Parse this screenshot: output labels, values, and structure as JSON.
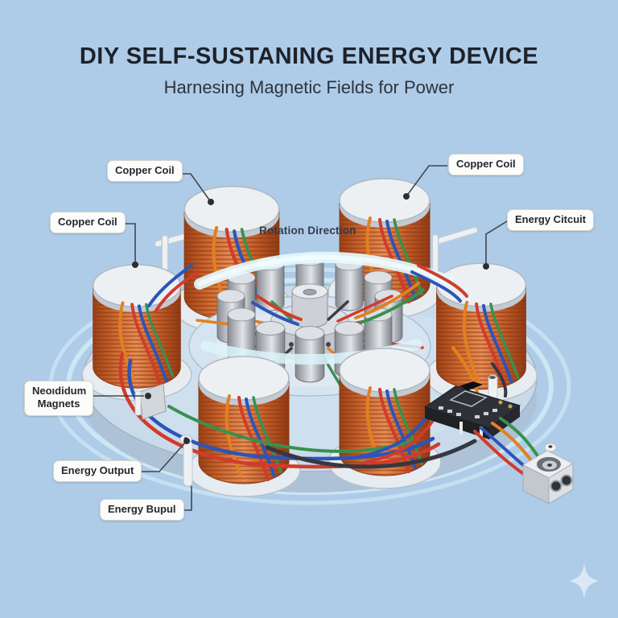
{
  "header": {
    "title": "DIY SELF-SUSTANING ENERGY DEVICE",
    "subtitle": "Harnesing Magnetic Fields for Power"
  },
  "labels": {
    "copper_coil_top_left": "Copper Coil",
    "copper_coil_top_right": "Copper Coil",
    "copper_coil_left": "Copper Coil",
    "energy_circuit": "Energy Citcuit",
    "rotation_direction": "Rotation Direction",
    "neodymium_magnets": "Neoıdidum Magnets",
    "energy_output": "Energy Output",
    "energy_output_lower": "Energy Bupul"
  },
  "icons": {
    "sparkle_icon": "✦"
  },
  "colors": {
    "background": "#aecce8",
    "copper": "#c2592a",
    "wire_red": "#d23b2c",
    "wire_blue": "#2d54b8",
    "wire_green": "#37914f",
    "wire_orange": "#e2801f",
    "cable_dark": "#35383f",
    "glow": "#dff4fb",
    "label_background": "#fcfcfa",
    "text": "#1d222b"
  }
}
